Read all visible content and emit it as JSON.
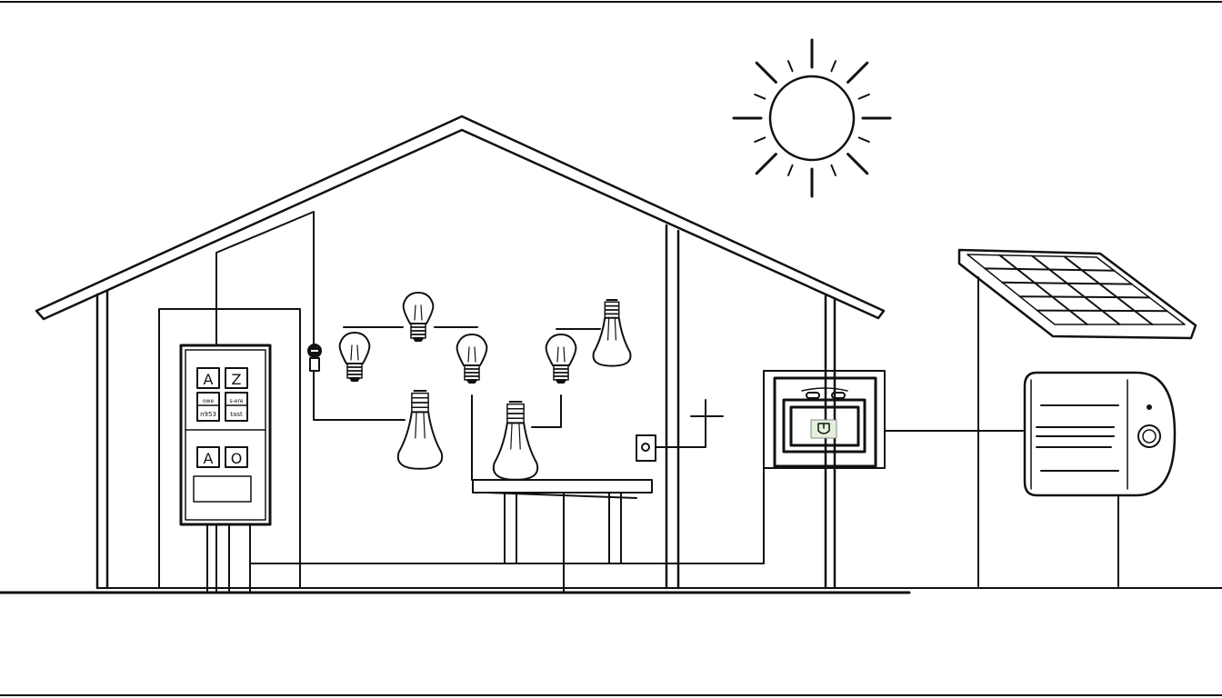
{
  "panel": {
    "top_left_label": "A",
    "top_right_label": "Z",
    "small_labels": [
      "owe",
      "s-ere",
      "n953",
      "tast"
    ],
    "bottom_left_label": "A",
    "bottom_right_label": "O"
  },
  "colors": {
    "line": "#111111",
    "background": "#ffffff",
    "screen_tint": "#e3f0dc"
  },
  "icons": [
    "sun-icon",
    "solar-panel-icon",
    "light-bulb-icon",
    "thermostat-icon",
    "power-outlet-icon",
    "inverter-icon",
    "switch-icon"
  ]
}
